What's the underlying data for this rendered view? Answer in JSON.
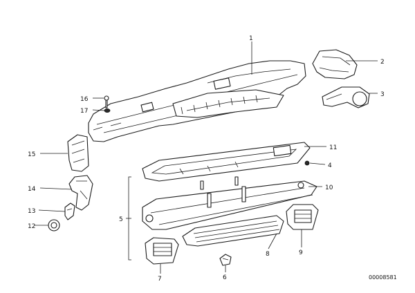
{
  "callouts": {
    "c1": "1",
    "c2": "2",
    "c3": "3",
    "c4": "4",
    "c5": "5",
    "c6": "6",
    "c7": "7",
    "c8": "8",
    "c9": "9",
    "c10": "10",
    "c11": "11",
    "c12": "12",
    "c13": "13",
    "c14": "14",
    "c15": "15",
    "c16": "16",
    "c17": "17"
  },
  "figure_id": "00008581"
}
